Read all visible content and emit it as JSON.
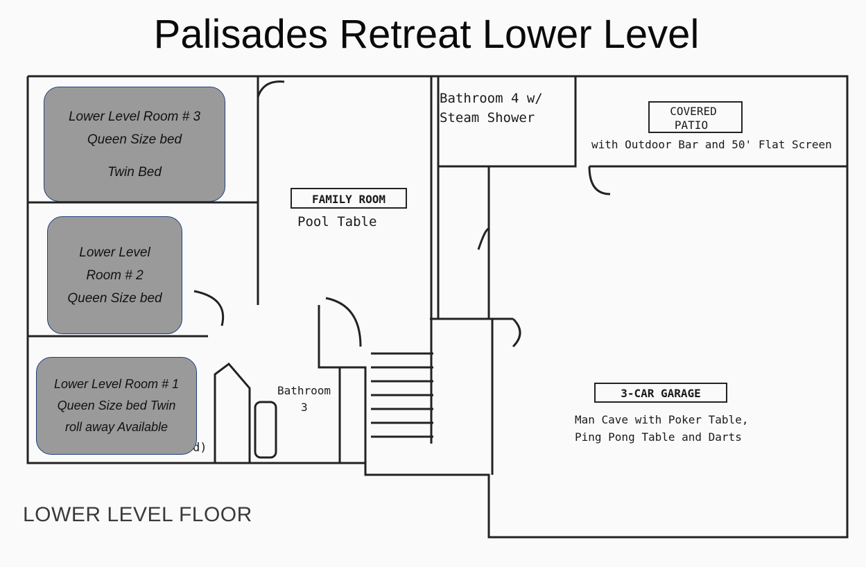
{
  "title": "Palisades Retreat Lower Level",
  "floor_label": "LOWER LEVEL FLOOR",
  "rooms": {
    "room3": {
      "line1": "Lower Level Room # 3",
      "line2": "Queen Size bed",
      "line3": "Twin Bed"
    },
    "room2": {
      "line1": "Lower Level",
      "line2": "Room # 2",
      "line3": "Queen Size bed"
    },
    "room1": {
      "line1": "Lower Level Room # 1",
      "line2": "Queen Size bed Twin",
      "line3": "roll away Available"
    }
  },
  "family_room": {
    "label": "FAMILY ROOM",
    "note": "Pool Table"
  },
  "bathroom4": {
    "line1": "Bathroom 4 w/",
    "line2": "Steam Shower"
  },
  "bathroom3": {
    "line1": "Bathroom",
    "line2": "3"
  },
  "patio": {
    "line1": "COVERED",
    "line2": "PATIO",
    "note": "with Outdoor Bar and 50' Flat Screen"
  },
  "garage": {
    "label": "3-CAR GARAGE",
    "note1": "Man Cave with Poker Table,",
    "note2": "Ping Pong Table and Darts"
  },
  "hidden_fragment": "d)"
}
